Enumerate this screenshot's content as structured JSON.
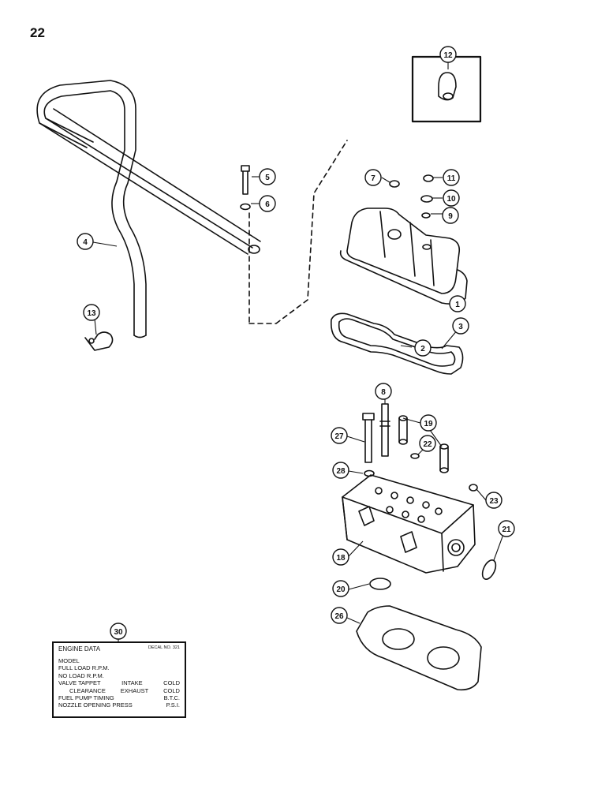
{
  "page": {
    "number": "22"
  },
  "callouts": [
    {
      "id": "c1",
      "label": "1"
    },
    {
      "id": "c2",
      "label": "2"
    },
    {
      "id": "c3",
      "label": "3"
    },
    {
      "id": "c4",
      "label": "4"
    },
    {
      "id": "c5",
      "label": "5"
    },
    {
      "id": "c6",
      "label": "6"
    },
    {
      "id": "c7",
      "label": "7"
    },
    {
      "id": "c8",
      "label": "8"
    },
    {
      "id": "c9",
      "label": "9"
    },
    {
      "id": "c10",
      "label": "10"
    },
    {
      "id": "c11",
      "label": "11"
    },
    {
      "id": "c12",
      "label": "12"
    },
    {
      "id": "c13",
      "label": "13"
    },
    {
      "id": "c18",
      "label": "18"
    },
    {
      "id": "c19",
      "label": "19"
    },
    {
      "id": "c20",
      "label": "20"
    },
    {
      "id": "c21",
      "label": "21"
    },
    {
      "id": "c22",
      "label": "22"
    },
    {
      "id": "c23",
      "label": "23"
    },
    {
      "id": "c26",
      "label": "26"
    },
    {
      "id": "c27",
      "label": "27"
    },
    {
      "id": "c28",
      "label": "28"
    },
    {
      "id": "c30",
      "label": "30"
    }
  ],
  "decal": {
    "title": "ENGINE DATA",
    "decal_no": "DECAL NO. 321",
    "rows": [
      {
        "left": "MODEL",
        "mid": "",
        "right": ""
      },
      {
        "left": "FULL LOAD R.P.M.",
        "mid": "",
        "right": ""
      },
      {
        "left": "NO LOAD R.P.M.",
        "mid": "",
        "right": ""
      },
      {
        "left": "VALVE TAPPET",
        "mid": "INTAKE",
        "right": "COLD"
      },
      {
        "left": "CLEARANCE",
        "mid": "EXHAUST",
        "right": "COLD"
      },
      {
        "left": "FUEL PUMP TIMING",
        "mid": "",
        "right": "B.T.C."
      },
      {
        "left": "NOZZLE OPENING PRESS",
        "mid": "",
        "right": "P.S.I."
      }
    ]
  }
}
